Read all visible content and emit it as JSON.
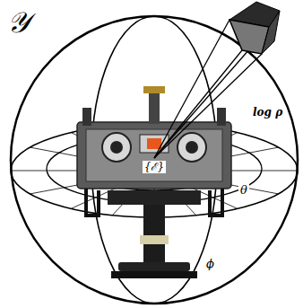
{
  "diagram": {
    "labels": [
      "𝒴",
      "{ℰ}",
      "log ρ",
      "θ",
      "ϕ"
    ]
  }
}
